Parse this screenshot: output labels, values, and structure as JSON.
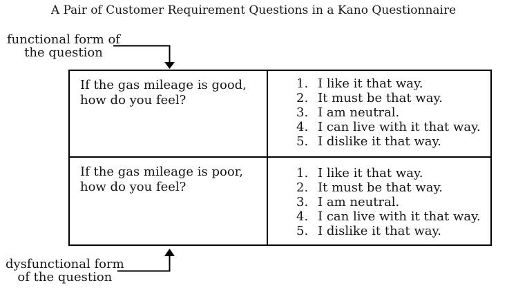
{
  "title": "A Pair of Customer Requirement Questions in a Kano Questionnaire",
  "labels": {
    "functional": {
      "line1": "functional form of",
      "line2": "the question"
    },
    "dysfunctional": {
      "line1": "dysfunctional form",
      "line2": "of the question"
    }
  },
  "table": {
    "rows": [
      {
        "question_line1": "If the gas mileage is good,",
        "question_line2": "how do you feel?",
        "options": [
          {
            "num": "1.",
            "text": "I like it that way."
          },
          {
            "num": "2.",
            "text": "It must be that way."
          },
          {
            "num": "3.",
            "text": "I am neutral."
          },
          {
            "num": "4.",
            "text": "I can live with it that way."
          },
          {
            "num": "5.",
            "text": "I dislike it that way."
          }
        ]
      },
      {
        "question_line1": "If the gas mileage is poor,",
        "question_line2": "how do you feel?",
        "options": [
          {
            "num": "1.",
            "text": "I like it that way."
          },
          {
            "num": "2.",
            "text": "It must be that way."
          },
          {
            "num": "3.",
            "text": "I am neutral."
          },
          {
            "num": "4.",
            "text": "I can live with it that way."
          },
          {
            "num": "5.",
            "text": "I dislike it that way."
          }
        ]
      }
    ]
  },
  "colors": {
    "text": "#161616",
    "border": "#000000",
    "background": "#ffffff"
  }
}
